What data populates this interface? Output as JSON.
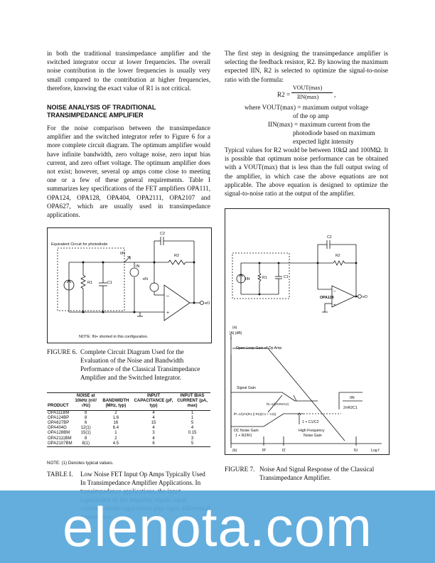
{
  "left": {
    "para1": "in both the traditional transimpedance amplifier and the switched integrator occur at lower frequencies. The overall noise contribution in the lower frequencies is usually very small compared to the contribution at higher frequencies, therefore, knowing the exact value of R1 is not critical.",
    "heading_line1": "NOISE ANALYSIS OF TRADITIONAL",
    "heading_line2": "TRANSIMPEDANCE AMPLIFIER",
    "para2": "For the noise comparison between the transimpedance amplifier and the switched integrator refer to Figure 6 for a more complete circuit diagram. The optimum amplifier would have infinite bandwidth, zero voltage noise, zero input bias current, and zero offset voltage. The optimum amplifier does not exist; however, several op amps come close to meeting one or a few of these general requirements. Table I summarizes key specifications of the FET amplifiers OPA111, OPA124, OPA128, OPA404, OPA2111, OPA2107 and OPA627, which are usually used in transimpedance applications."
  },
  "right": {
    "para1": "The first step in designing the transimpedance amplifier is selecting the feedback resistor, R2. By knowing the maximum expected IIN, R2 is selected to optimize the signal-to-noise ratio with the formula:",
    "formula_lhs": "R2 =",
    "formula_num": "VOUT(max)",
    "formula_den": "IIN(max)",
    "formula_comma": ",",
    "where1_a": "where VOUT(max) = maximum output voltage",
    "where1_b": "of the op amp",
    "where2_a": "IIN(max) = maximum current from the",
    "where2_b": "photodiode based on maximum",
    "where2_c": "expected light intensity",
    "para2": "Typical values for R2 would be between 10kΩ and 100MΩ. It is possible that optimum noise performance can be obtained with a VOUT(max) that is less than the full output swing of the amplifier, in which case the above equations are not applicable. The above equation is designed to optimize the signal-to-noise ratio at the output of the amplifier."
  },
  "figure6": {
    "label_equiv": "Equivalent Circuit for photodiode",
    "c2": "C2",
    "r2": "R2",
    "iin": "IIN",
    "r1": "R1",
    "c1": "C1",
    "in": "IN",
    "en": "eN",
    "eo": "eO",
    "minus": "–",
    "plus": "+",
    "note": "NOTE: IN+ shorted in this configuration.",
    "caption_label": "FIGURE 6.",
    "caption_text": "Complete Circuit Diagram Used for the Evaluation of the Noise and Bandwidth Performance of the Classical Transimpedance Amplifier and the Switched Integrator."
  },
  "table1": {
    "headers": [
      "PRODUCT",
      "NOISE at 10kHz (nV/√Hz)",
      "BANDWIDTH (MHz, typ)",
      "INPUT CAPACITANCE (pF, typ)",
      "INPUT BIAS CURRENT (pA, max)"
    ],
    "rows": [
      [
        "OPA111BM",
        "8",
        "2",
        "4",
        "1"
      ],
      [
        "OPA124BP",
        "8",
        "1.6",
        "4",
        "1"
      ],
      [
        "OPA627BP",
        "6",
        "16",
        "15",
        "5"
      ],
      [
        "OPA404G",
        "12(1)",
        "6.4",
        "4",
        "4"
      ],
      [
        "OPA128BM",
        "15(1)",
        "1",
        "3",
        "0.15"
      ],
      [
        "OPA2111BM",
        "8",
        "2",
        "4",
        "3"
      ],
      [
        "OPA2107BM",
        "8(1)",
        "4.5",
        "6",
        "5"
      ]
    ],
    "note": "NOTE: (1) Denotes typical values.",
    "caption_label": "TABLE I.",
    "caption_text": "Low Noise FET Input Op Amps Typically Used In Transimpedance Amplifier Applications. In transimpedance applications, the input capacitance of the amplifier equals input common-mode capacitance plus input differential capacitance."
  },
  "figure7": {
    "c2": "C2",
    "r2": "R2",
    "iin": "IIN",
    "r1": "R1",
    "c1": "C1",
    "opamp": "OPA124",
    "eo": "eO",
    "minus": "–",
    "plus": "+",
    "a_label": "(a)",
    "axis_y": "|A|  (dB)",
    "openloop": "Open-Loop Gain of Op Amp",
    "signal_gain": "Signal Gain",
    "fz": "fZ=1/(2πR2C2)",
    "fp": "fP=1/(2π(R1 || R2)(C1 + C2))",
    "dc_gain_a": "DC Noise Gain",
    "dc_gain_b": "1 + R2/R1",
    "c1c2": "1 + C1/C2",
    "hf_a": "High Frequency",
    "hf_b": "Noise Gain",
    "iin_box": "IIN",
    "ratio_box": "2πR2C1",
    "b_label": "(b)",
    "fp_tick": "fP",
    "fz_tick": "fZ",
    "fu_tick": "fU",
    "logf": "Log f",
    "caption_label": "FIGURE 7.",
    "caption_text": "Noise And Signal Response of the Classical Transimpedance Amplifier."
  },
  "watermark": "elenota.com"
}
